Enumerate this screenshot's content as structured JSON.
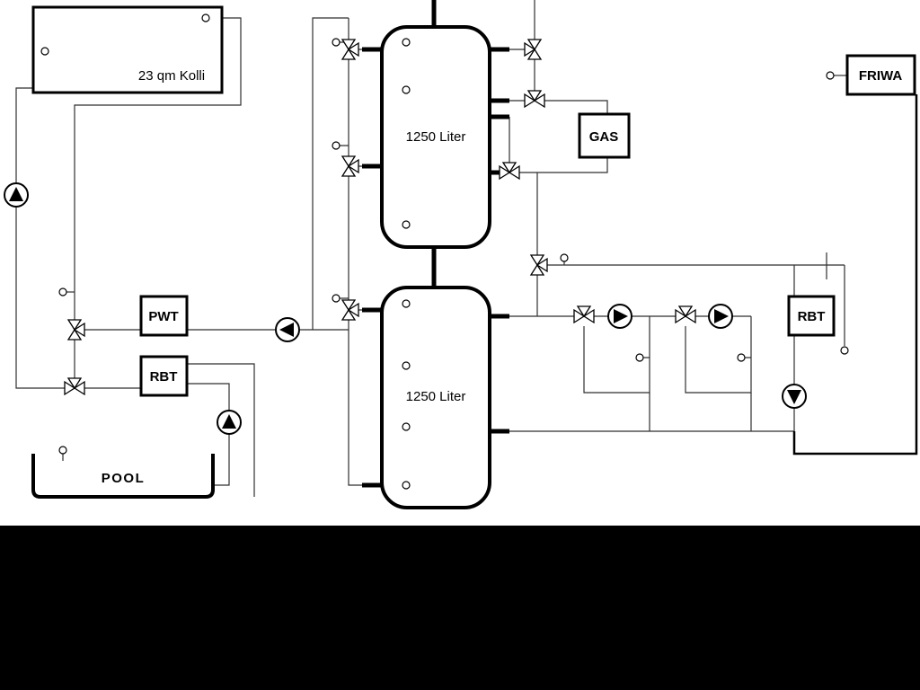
{
  "page": {
    "background_color": "#ffffff",
    "footer_color": "#000000",
    "line_color": "#000000"
  },
  "diagram": {
    "type": "hydraulic-heating-schematic",
    "components": {
      "collector": {
        "label": "23 qm Kolli"
      },
      "tank_top": {
        "label": "1250 Liter"
      },
      "tank_bottom": {
        "label": "1250 Liter"
      },
      "gas": {
        "label": "GAS"
      },
      "friwa": {
        "label": "FRIWA"
      },
      "pwt": {
        "label": "PWT"
      },
      "rbt_left": {
        "label": "RBT"
      },
      "rbt_right": {
        "label": "RBT"
      },
      "pool": {
        "label": "POOL"
      }
    }
  }
}
